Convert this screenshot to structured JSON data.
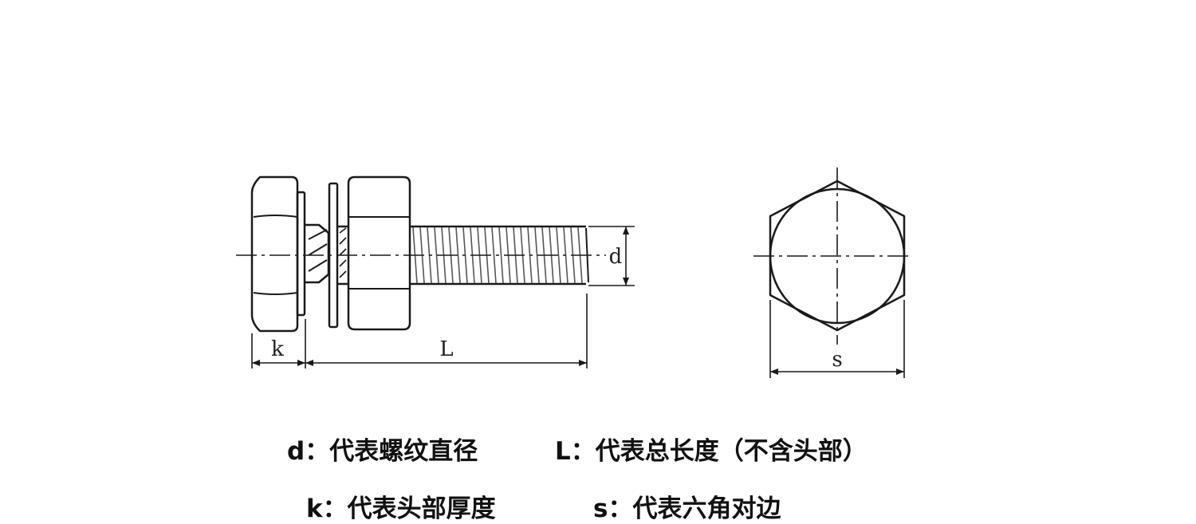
{
  "labels": {
    "k": "k",
    "L": "L",
    "d": "d",
    "s": "s"
  },
  "legend": {
    "d": "d：代表螺纹直径",
    "L": "L：代表总长度（不含头部）",
    "k": "k：代表头部厚度",
    "s": "s：代表六角对边"
  },
  "colors": {
    "line": "#1a1a1a",
    "thread": "#555555",
    "text": "#111111"
  }
}
